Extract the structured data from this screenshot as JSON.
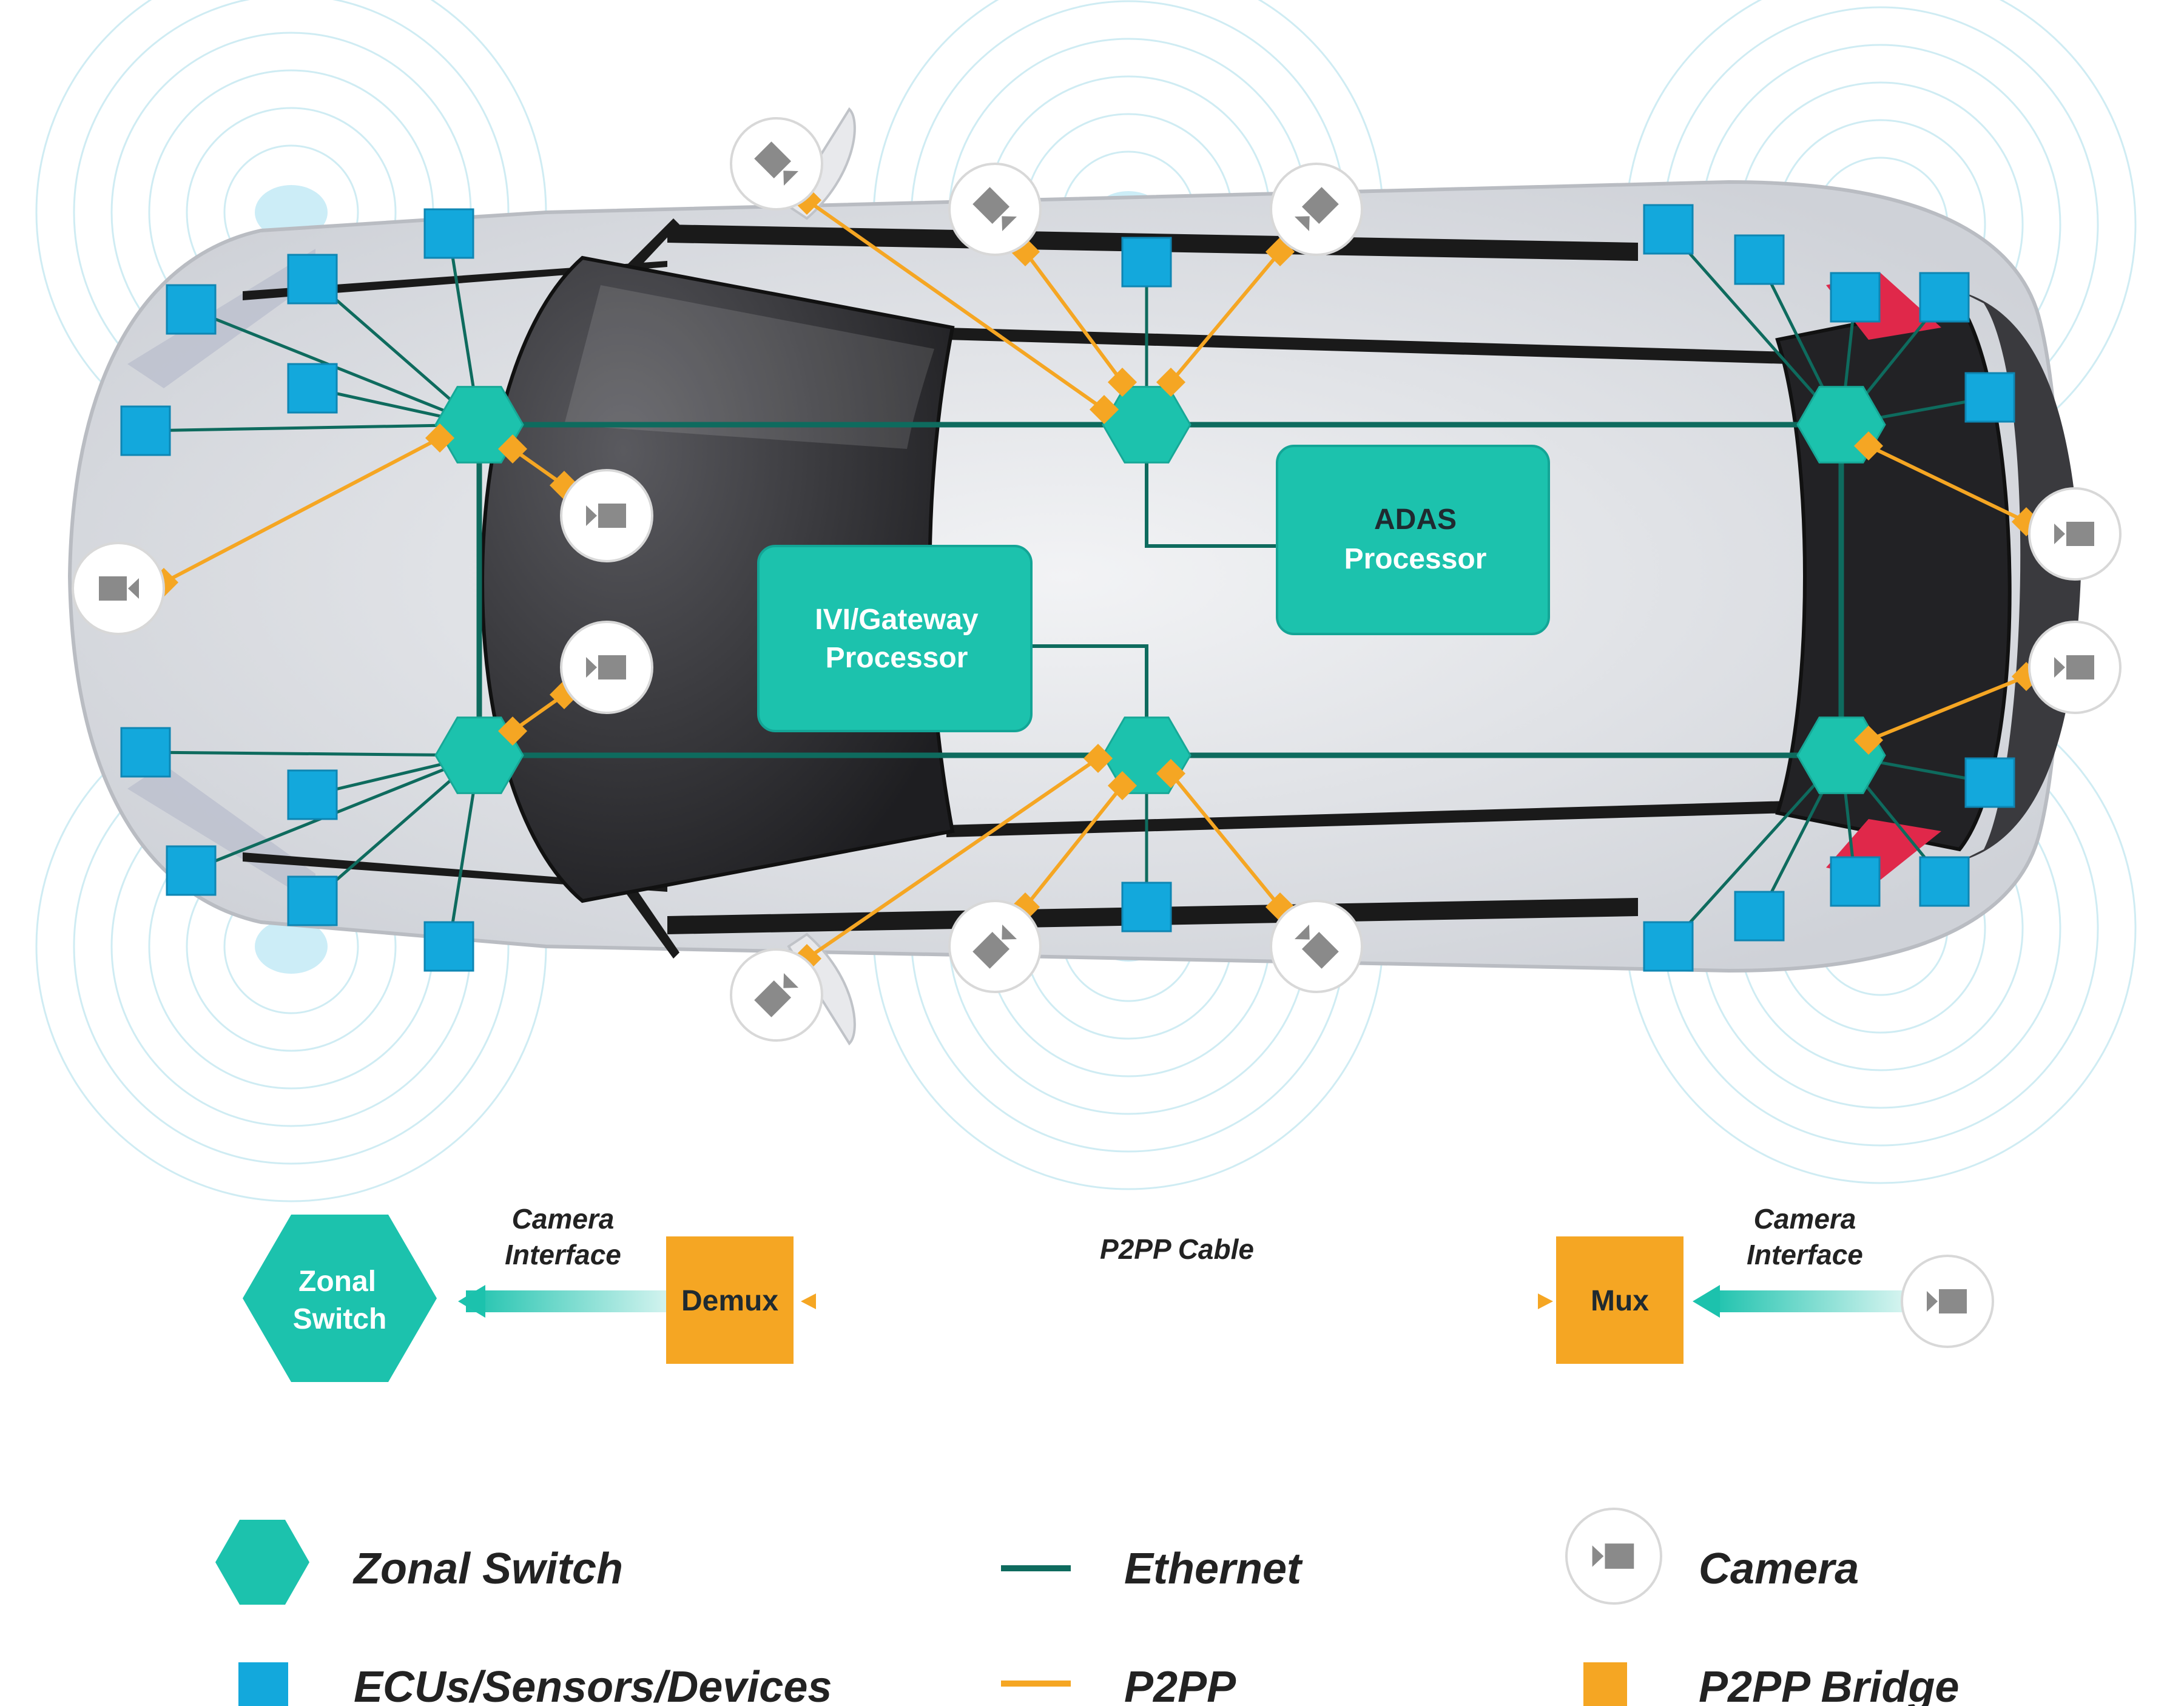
{
  "diagram": {
    "processors": {
      "ivi_line1": "IVI/Gateway",
      "ivi_line2": "Processor",
      "adas_line1": "ADAS",
      "adas_line2": "Processor"
    },
    "flow": {
      "zonal_line1": "Zonal",
      "zonal_line2": "Switch",
      "camera_interface_left_1": "Camera",
      "camera_interface_left_2": "Interface",
      "demux": "Demux",
      "p2pp_cable": "P2PP Cable",
      "mux": "Mux",
      "camera_interface_right_1": "Camera",
      "camera_interface_right_2": "Interface"
    },
    "legend": {
      "zonal_switch": "Zonal Switch",
      "ecus": "ECUs/Sensors/Devices",
      "ethernet": "Ethernet",
      "p2pp": "P2PP",
      "camera": "Camera",
      "p2pp_bridge": "P2PP Bridge"
    },
    "colors": {
      "zonal_switch": "#1cc2ad",
      "ecu": "#13a8dc",
      "ethernet": "#0e6b5e",
      "p2pp": "#f5a623",
      "bridge": "#f5a623",
      "processor": "#1cc2ad",
      "car_body": "#e4e6ea",
      "windshield": "#2b2b2e",
      "tail_light": "#e0284a",
      "camera_icon": "#8a8a8a"
    }
  }
}
